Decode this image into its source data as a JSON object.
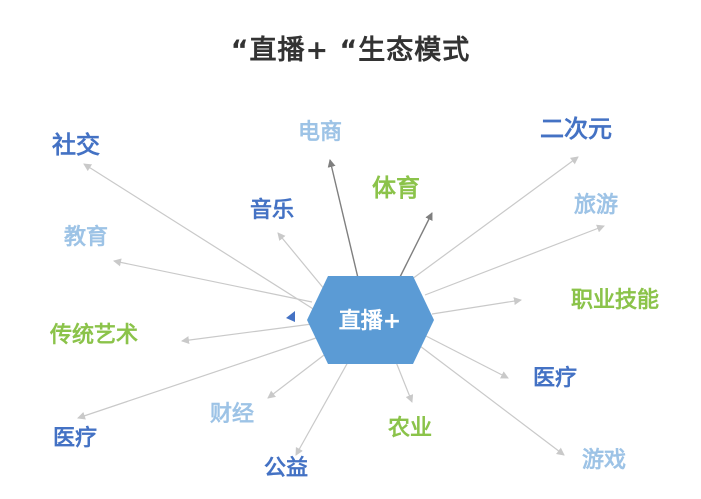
{
  "title": "“直播+ “生态模式",
  "hub": {
    "label": "直播+"
  },
  "colors": {
    "dark_blue": "#4472C4",
    "light_blue": "#9DC3E6",
    "green": "#8BC34A",
    "hub_fill": "#5B9BD5",
    "spoke": "#C9C9C9",
    "title": "#333333"
  },
  "nodes": [
    {
      "id": "social",
      "label": "社交",
      "color": "dark_blue"
    },
    {
      "id": "ecommerce",
      "label": "电商",
      "color": "light_blue"
    },
    {
      "id": "anime",
      "label": "二次元",
      "color": "dark_blue"
    },
    {
      "id": "sports",
      "label": "体育",
      "color": "green"
    },
    {
      "id": "music",
      "label": "音乐",
      "color": "dark_blue"
    },
    {
      "id": "travel",
      "label": "旅游",
      "color": "light_blue"
    },
    {
      "id": "education",
      "label": "教育",
      "color": "light_blue"
    },
    {
      "id": "vocational",
      "label": "职业技能",
      "color": "green"
    },
    {
      "id": "traditional-arts",
      "label": "传统艺术",
      "color": "green"
    },
    {
      "id": "medical-right",
      "label": "医疗",
      "color": "dark_blue"
    },
    {
      "id": "finance",
      "label": "财经",
      "color": "light_blue"
    },
    {
      "id": "agriculture",
      "label": "农业",
      "color": "green"
    },
    {
      "id": "medical-left",
      "label": "医疗",
      "color": "dark_blue"
    },
    {
      "id": "games",
      "label": "游戏",
      "color": "light_blue"
    },
    {
      "id": "charity",
      "label": "公益",
      "color": "dark_blue"
    }
  ]
}
